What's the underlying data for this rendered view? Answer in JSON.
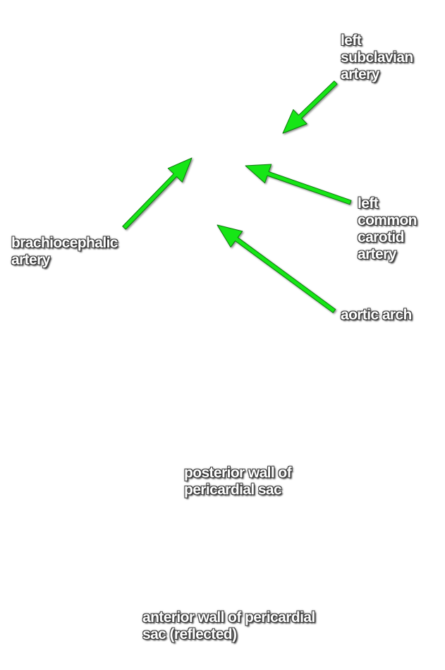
{
  "colors": {
    "arrow_fill": "#19e619",
    "arrow_stroke": "#0a7a0a",
    "label_text": "#ffffff",
    "label_outline": "#3a3a3a",
    "background": "#ffffff"
  },
  "labels": {
    "left_subclavian_artery": "left\nsubclavian\nartery",
    "left_common_carotid_artery": "left\ncommon\ncarotid\nartery",
    "brachiocephalic_artery": "brachiocephalic\nartery",
    "aortic_arch": "aortic arch",
    "posterior_wall": "posterior wall of\npericardial sac",
    "anterior_wall": "anterior wall of pericardial\nsac (reflected)"
  }
}
